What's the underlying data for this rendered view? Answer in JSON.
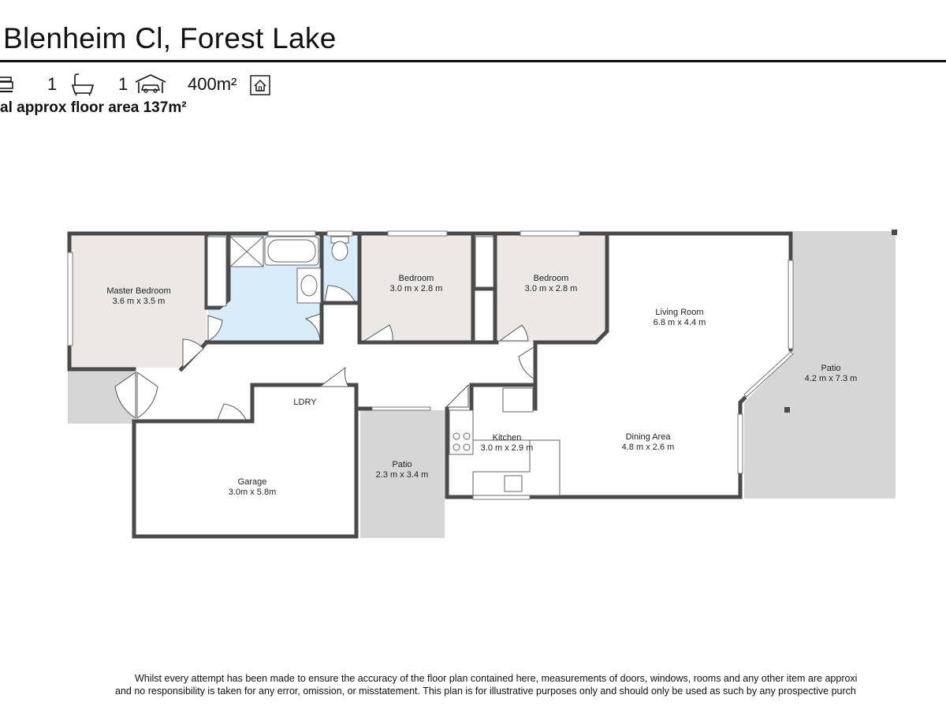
{
  "title": "Blenheim Cl, Forest Lake",
  "stats": {
    "bathrooms": "1",
    "car_spaces": "1",
    "land_area": "400m²",
    "icons": [
      "bed-icon",
      "bath-icon",
      "car-icon",
      "land-area-icon"
    ]
  },
  "floor_area": "al approx floor area 137m²",
  "rooms": {
    "master_bedroom": {
      "name": "Master Bedroom",
      "size": "3.6 m x 3.5 m"
    },
    "bedroom_2": {
      "name": "Bedroom",
      "size": "3.0 m x 2.8 m"
    },
    "bedroom_3": {
      "name": "Bedroom",
      "size": "3.0 m x 2.8 m"
    },
    "living_room": {
      "name": "Living Room",
      "size": "6.8 m x 4.4 m"
    },
    "patio_east": {
      "name": "Patio",
      "size": "4.2 m x 7.3 m"
    },
    "laundry": {
      "name": "LDRY"
    },
    "kitchen": {
      "name": "Kitchen",
      "size": "3.0 m x 2.9 m"
    },
    "dining_area": {
      "name": "Dining Area",
      "size": "4.8 m x 2.6 m"
    },
    "garage": {
      "name": "Garage",
      "size": "3.0m x 5.8m"
    },
    "patio_center": {
      "name": "Patio",
      "size": "2.3 m x 3.4 m"
    }
  },
  "disclaimer": {
    "line1": "Whilst every attempt has been made to ensure the accuracy of the floor plan contained here, measurements of doors, windows, rooms and any other item are approxi",
    "line2": "and no responsibility is taken for any error, omission, or misstatement. This plan is for illustrative purposes only and should only be used as such by any prospective purch"
  },
  "colors": {
    "wall": "#4a4a4a",
    "bedroom_floor": "#ece8e6",
    "wet_area_floor": "#d9ecfa",
    "patio_floor": "#d6d6d6"
  }
}
